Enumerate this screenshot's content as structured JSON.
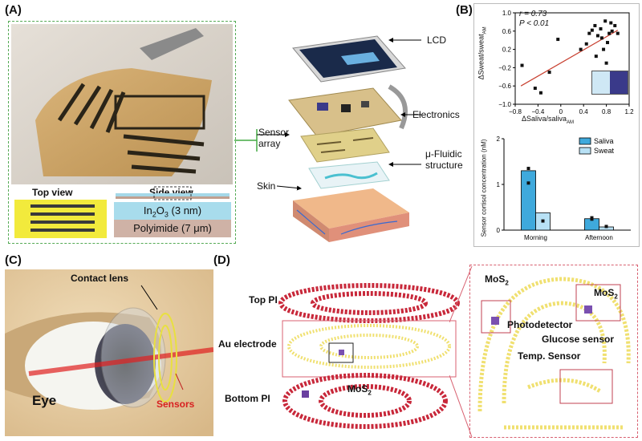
{
  "panels": {
    "A": {
      "label": "(A)",
      "top_view": "Top view",
      "side_view": "Side view",
      "layer_top_formula": "In",
      "layer_top_sub": "2",
      "layer_top_rest": "O",
      "layer_top_sub2": "3",
      "layer_top_thickness": " (3 nm)",
      "layer_bottom": "Polyimide (7 μm)",
      "lcd": "LCD",
      "electronics": "Electronics",
      "sensor_array": "Sensor\narray",
      "sensor_array_line1": "Sensor",
      "sensor_array_line2": "array",
      "fluidic_line1": "μ-Fluidic",
      "fluidic_line2": "structure",
      "skin": "Skin"
    },
    "B": {
      "label": "(B)",
      "scatter": {
        "annot_r": "r = 0.73",
        "annot_p": "P < 0.01",
        "ylabel_main": "ΔSweat/sweat",
        "ylabel_sub": "AM",
        "xlabel_main": "ΔSaliva/saliva",
        "xlabel_sub": "AM"
      },
      "bar": {
        "ylabel": "Sensor cortisol concentration (nM)",
        "legend": [
          "Saliva",
          "Sweat"
        ]
      }
    },
    "C": {
      "label": "(C)",
      "contact_lens": "Contact lens",
      "eye": "Eye",
      "sensors": "Sensors"
    },
    "D": {
      "label": "(D)",
      "top_pi": "Top PI",
      "au_electrode": "Au electrode",
      "bottom_pi": "Bottom PI",
      "mos2_main": "MoS",
      "mos2_sub": "2",
      "photodetector": "Photodetector",
      "glucose_sensor": "Glucose sensor",
      "temp_sensor": "Temp. Sensor"
    }
  },
  "chart_data": [
    {
      "type": "scatter",
      "xlim": [
        -0.8,
        1.2
      ],
      "ylim": [
        -1.0,
        1.0
      ],
      "xticks": [
        "−0.8",
        "−0.4",
        "0",
        "0.4",
        "0.8",
        "1.2"
      ],
      "xtick_values": [
        -0.8,
        -0.4,
        0,
        0.4,
        0.8,
        1.2
      ],
      "yticks": [
        "1.0",
        "0.6",
        "0.2",
        "−0.2",
        "−0.6",
        "−1.0"
      ],
      "ytick_values": [
        1.0,
        0.6,
        0.2,
        -0.2,
        -0.6,
        -1.0
      ],
      "points": [
        [
          -0.68,
          -0.15
        ],
        [
          -0.45,
          -0.65
        ],
        [
          -0.35,
          -0.75
        ],
        [
          -0.2,
          -0.3
        ],
        [
          -0.05,
          0.42
        ],
        [
          0.35,
          0.2
        ],
        [
          0.45,
          0.32
        ],
        [
          0.5,
          0.55
        ],
        [
          0.55,
          0.62
        ],
        [
          0.6,
          0.72
        ],
        [
          0.65,
          0.5
        ],
        [
          0.7,
          0.65
        ],
        [
          0.72,
          0.45
        ],
        [
          0.78,
          0.82
        ],
        [
          0.82,
          0.35
        ],
        [
          0.85,
          0.55
        ],
        [
          0.88,
          0.78
        ],
        [
          0.9,
          0.6
        ],
        [
          0.95,
          0.72
        ],
        [
          1.0,
          0.55
        ],
        [
          0.75,
          0.2
        ],
        [
          0.8,
          -0.1
        ],
        [
          0.62,
          0.05
        ]
      ],
      "trendline": [
        [
          -0.7,
          -0.6
        ],
        [
          1.0,
          0.62
        ]
      ]
    },
    {
      "type": "bar",
      "categories": [
        "Morning",
        "Afternoon"
      ],
      "series": [
        {
          "name": "Saliva",
          "values": [
            1.3,
            0.25
          ],
          "color": "#3fa9dc",
          "points": [
            1.35,
            1.03,
            0.27,
            0.24
          ]
        },
        {
          "name": "Sweat",
          "values": [
            0.38,
            0.07
          ],
          "color": "#b8e1f5",
          "points": [
            0.2,
            0.08
          ]
        }
      ],
      "ylim": [
        0,
        2
      ],
      "yticks": [
        "0",
        "1",
        "2"
      ],
      "ytick_values": [
        0,
        1,
        2
      ]
    }
  ]
}
